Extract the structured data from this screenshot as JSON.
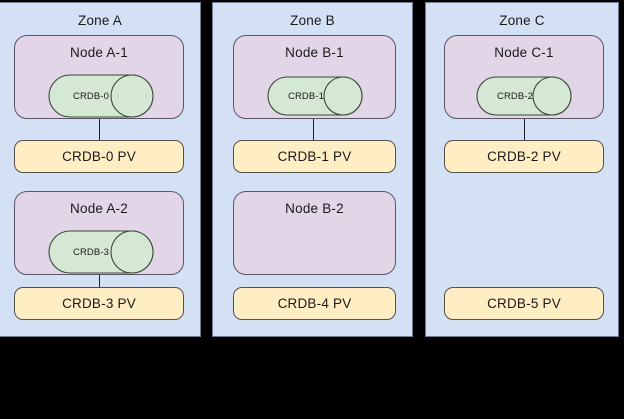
{
  "colors": {
    "background": "#000000",
    "zone_fill": "#d4e1f5",
    "zone_stroke": "#6f7c91",
    "node_fill": "#e1d5e7",
    "node_stroke": "#5a5668",
    "pv_fill": "#ffeec4",
    "pv_stroke": "#56504a",
    "db_fill": "#d5e8d4",
    "db_stroke": "#3a4a38",
    "connector": "#20202a"
  },
  "zones": [
    {
      "id": "zone-a",
      "title": "Zone A",
      "nodes": [
        {
          "title": "Node A-1",
          "pod": "CRDB-0",
          "has_pod": true
        },
        {
          "title": "Node A-2",
          "pod": "CRDB-3",
          "has_pod": true
        }
      ],
      "volumes": [
        {
          "label": "CRDB-0 PV",
          "connected": true
        },
        {
          "label": "CRDB-3 PV",
          "connected": true
        }
      ]
    },
    {
      "id": "zone-b",
      "title": "Zone B",
      "nodes": [
        {
          "title": "Node B-1",
          "pod": "CRDB-1",
          "has_pod": true
        },
        {
          "title": "Node B-2",
          "pod": "",
          "has_pod": false
        }
      ],
      "volumes": [
        {
          "label": "CRDB-1 PV",
          "connected": true
        },
        {
          "label": "CRDB-4 PV",
          "connected": false
        }
      ]
    },
    {
      "id": "zone-c",
      "title": "Zone C",
      "nodes": [
        {
          "title": "Node C-1",
          "pod": "CRDB-2",
          "has_pod": true
        }
      ],
      "volumes": [
        {
          "label": "CRDB-2 PV",
          "connected": true
        },
        {
          "label": "CRDB-5 PV",
          "connected": false
        }
      ]
    }
  ]
}
